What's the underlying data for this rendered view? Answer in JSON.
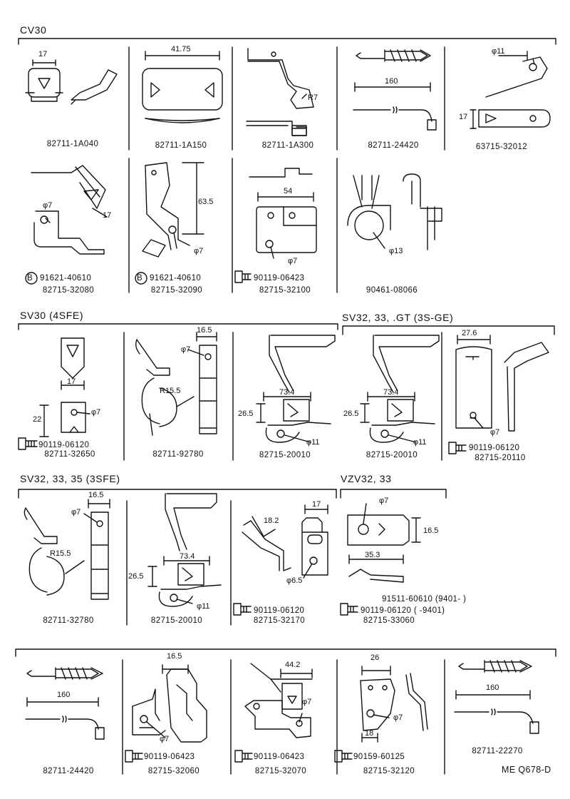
{
  "sections": {
    "cv30": "CV30",
    "sv30": "SV30 (4SFE)",
    "sv32gt": "SV32, 33, .GT (3S-GE)",
    "sv32sfe": "SV32, 33, 35 (3SFE)",
    "vzv": "VZV32, 33"
  },
  "parts": [
    {
      "id": "p1",
      "num": "82711-1A040",
      "dims": [
        "17"
      ]
    },
    {
      "id": "p2",
      "num": "82711-1A150",
      "dims": [
        "41.75"
      ]
    },
    {
      "id": "p3",
      "num": "82711-1A300",
      "dims": [
        "R7"
      ]
    },
    {
      "id": "p4",
      "num": "82711-24420",
      "dims": [
        "160"
      ]
    },
    {
      "id": "p5",
      "num": "63715-32012",
      "dims": [
        "φ11",
        "17"
      ]
    },
    {
      "id": "p6",
      "num": "82715-32080",
      "sub": "91621-40610",
      "dims": [
        "φ7",
        "17"
      ]
    },
    {
      "id": "p7",
      "num": "82715-32090",
      "sub": "91621-40610",
      "dims": [
        "63.5",
        "φ7"
      ]
    },
    {
      "id": "p8",
      "num": "82715-32100",
      "sub": "90119-06423",
      "dims": [
        "54",
        "φ7"
      ]
    },
    {
      "id": "p9",
      "num": "90461-08066",
      "dims": [
        "φ13"
      ]
    },
    {
      "id": "p10",
      "num": "82711-32650",
      "sub": "90119-06120",
      "dims": [
        "17",
        "22",
        "φ7"
      ]
    },
    {
      "id": "p11",
      "num": "82711-92780",
      "dims": [
        "16.5",
        "φ7",
        "R15.5"
      ]
    },
    {
      "id": "p12",
      "num": "82715-20010",
      "dims": [
        "73.4",
        "26.5",
        "φ11"
      ]
    },
    {
      "id": "p13",
      "num": "82715-20010",
      "dims": [
        "73.4",
        "26.5",
        "φ11"
      ]
    },
    {
      "id": "p14",
      "num": "82715-20110",
      "sub": "90119-06120",
      "dims": [
        "27.6",
        "φ7"
      ]
    },
    {
      "id": "p15",
      "num": "82711-32780",
      "dims": [
        "16.5",
        "φ7",
        "R15.5"
      ]
    },
    {
      "id": "p16",
      "num": "82715-20010",
      "dims": [
        "73.4",
        "26.5",
        "φ11"
      ]
    },
    {
      "id": "p17",
      "num": "82715-32170",
      "sub": "90119-06120",
      "dims": [
        "18.2",
        "17",
        "φ6.5"
      ]
    },
    {
      "id": "p18",
      "num": "82715-33060",
      "sub": "90119-06120 (         -9401)",
      "sub2": "91511-60610 (9401-        )",
      "dims": [
        "φ7",
        "16.5",
        "35.3"
      ]
    },
    {
      "id": "p19",
      "num": "82711-24420",
      "dims": [
        "160"
      ]
    },
    {
      "id": "p20",
      "num": "82715-32060",
      "sub": "90119-06423",
      "dims": [
        "16.5",
        "φ7"
      ]
    },
    {
      "id": "p21",
      "num": "82715-32070",
      "sub": "90119-06423",
      "dims": [
        "44.2",
        "φ7"
      ]
    },
    {
      "id": "p22",
      "num": "82715-32120",
      "sub": "90159-60125",
      "dims": [
        "26",
        "φ7",
        "18"
      ]
    },
    {
      "id": "p23",
      "num": "82711-22270",
      "dims": [
        "160"
      ]
    }
  ],
  "circle_mark": "B",
  "footer_code": "ME Q678-D"
}
